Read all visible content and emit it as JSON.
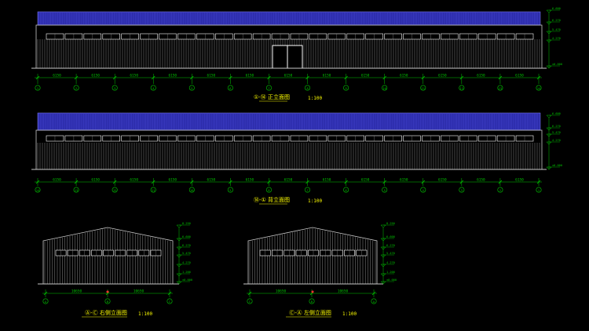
{
  "front": {
    "title": "①-⑭ 正立面图",
    "scale": "1:100",
    "span_label": "6150",
    "axis_labels": [
      "1",
      "2",
      "3",
      "4",
      "5",
      "6",
      "7",
      "8",
      "9",
      "10",
      "11",
      "12",
      "13",
      "14"
    ],
    "level_labels": [
      "6.600",
      "6.270",
      "5.470",
      "4.270",
      "±0.000"
    ]
  },
  "back": {
    "title": "⑭-① 背立面图",
    "scale": "1:100",
    "span_label": "6150",
    "axis_labels": [
      "14",
      "13",
      "12",
      "11",
      "10",
      "9",
      "8",
      "7",
      "6",
      "5",
      "4",
      "3",
      "2",
      "1"
    ],
    "level_labels": [
      "6.600",
      "6.270",
      "5.470",
      "4.270",
      "±0.000"
    ]
  },
  "right": {
    "title": "Ⓐ-Ⓒ 右侧立面图",
    "scale": "1:100",
    "span_labels": [
      "10650",
      "10650"
    ],
    "axis_labels": [
      "A",
      "B",
      "C"
    ],
    "level_labels": [
      "8.250",
      "6.600",
      "6.270",
      "5.470",
      "4.270",
      "1.200",
      "±0.000"
    ]
  },
  "left": {
    "title": "Ⓒ-Ⓐ 左侧立面图",
    "scale": "1:100",
    "span_labels": [
      "10650",
      "10650"
    ],
    "axis_labels": [
      "C",
      "B",
      "A"
    ],
    "level_labels": [
      "8.250",
      "6.600",
      "6.270",
      "5.470",
      "4.270",
      "1.200",
      "±0.000"
    ]
  },
  "colors": {
    "background": "#000000",
    "wall_lines": "#c8c8c8",
    "roof_blue": "#2a2aa8",
    "dimension_green": "#00c800",
    "title_yellow": "#ffff00",
    "axis_circle": "#00c800",
    "marker_red": "#ff3030"
  }
}
